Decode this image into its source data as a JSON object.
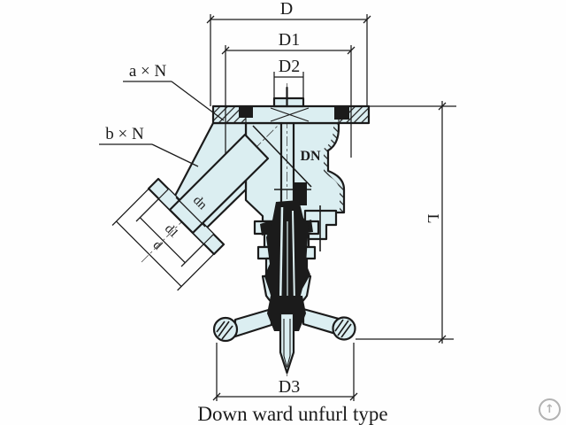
{
  "colors": {
    "bg": "#fefefe",
    "line": "#1b1b1b",
    "fill": "#dbeef1",
    "icon": "#b2b2b2"
  },
  "drawing": {
    "caption": "Down ward unfurl type",
    "labels": {
      "flange_outer_diameter": "D",
      "flange_bolt_circle": "D1",
      "flange_boss": "D2",
      "flange_bolt_count": "a × N",
      "branch_bolt_count": "b × N",
      "nominal_diameter": "DN",
      "branch_bore": "dn",
      "branch_bolt_circle": "d1",
      "branch_outer_diameter": "d",
      "overall_height": "L",
      "handwheel_diameter": "D3"
    }
  },
  "controls": {
    "scroll_top_glyph": "↑"
  }
}
